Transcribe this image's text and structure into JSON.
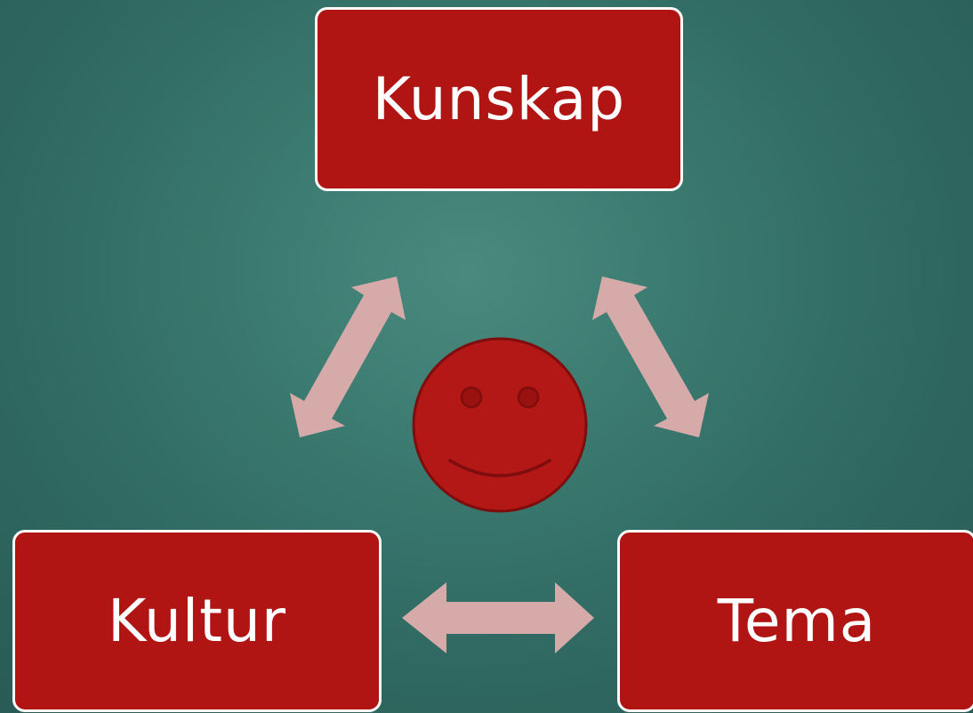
{
  "nodes": {
    "top": "Kunskap",
    "bottom_left": "Kultur",
    "bottom_right": "Tema"
  },
  "colors": {
    "node_fill": "#b01514",
    "node_border": "#ffffff",
    "arrow_fill": "#d5aaa9",
    "face_fill": "#b31716",
    "face_stroke": "#7e0d0d",
    "background": "#3b7a70"
  },
  "center_icon": "smiley-face-icon"
}
